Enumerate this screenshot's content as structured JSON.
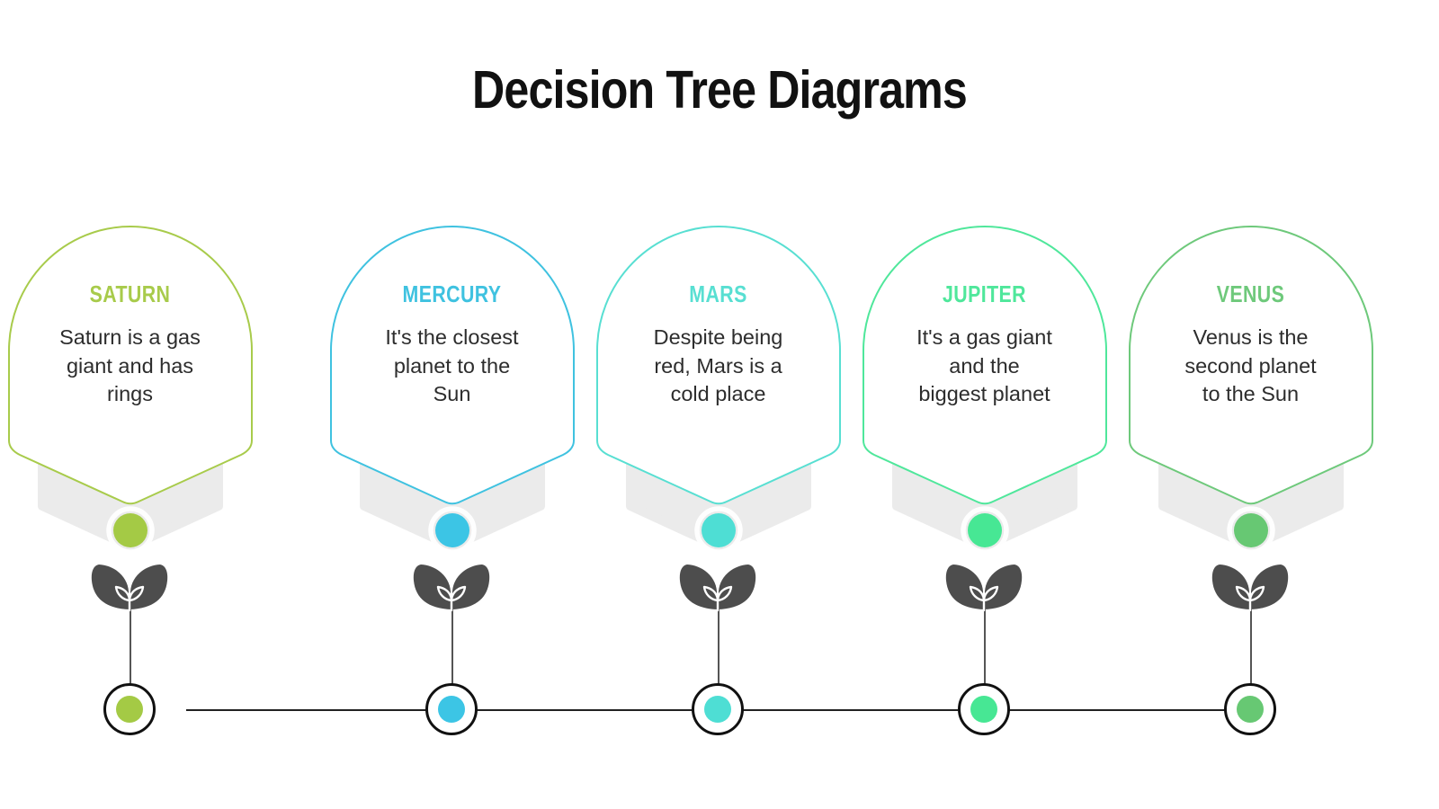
{
  "slide": {
    "title": "Decision Tree Diagrams",
    "background": "#ffffff",
    "title_color": "#111111"
  },
  "nodes": [
    {
      "name": "MERCURY",
      "description": "It's the closest\nplanet to the\nSun",
      "accent": "#3FC2E0",
      "dot": "#3CC5E5"
    },
    {
      "name": "MARS",
      "description": "Despite being\nred, Mars is a\ncold place",
      "accent": "#58DFD2",
      "dot": "#4EDED4"
    },
    {
      "name": "JUPITER",
      "description": "It's a gas giant\nand the\nbiggest planet",
      "accent": "#4FE79B",
      "dot": "#47E794"
    },
    {
      "name": "VENUS",
      "description": "Venus is the\nsecond planet\nto the Sun",
      "accent": "#6EC97B",
      "dot": "#67C873"
    },
    {
      "name": "SATURN",
      "description": "Saturn is a gas\ngiant and has\nrings",
      "accent": "#A8CB4B",
      "dot": "#A4CA45"
    }
  ],
  "decorations": {
    "leaf_icon": "sprout-plant-icon",
    "node_icon": "timeline-node-circle",
    "chevron_color": "#EBEBEB",
    "leaf_color": "#4D4D4D",
    "line_color": "#222222",
    "stem_color": "#555555",
    "text_color": "#2D2D2D"
  }
}
